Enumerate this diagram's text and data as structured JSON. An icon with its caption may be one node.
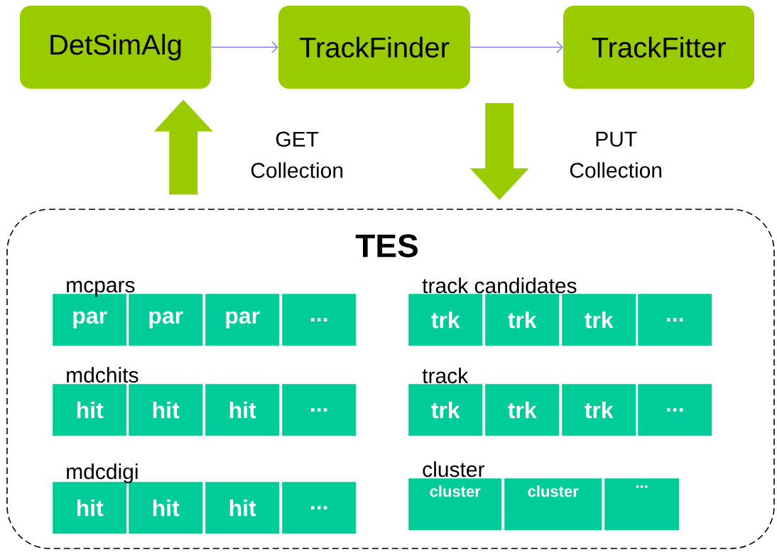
{
  "diagram": {
    "nodes": [
      {
        "text": [
          "DetSimAlg"
        ]
      },
      {
        "text": [
          "TrackFinder"
        ]
      },
      {
        "text": [
          "TrackFitter"
        ]
      },
      {
        "text": [
          "TES"
        ]
      },
      {
        "text": [
          "par"
        ],
        "in": 3
      },
      {
        "text": [
          "par"
        ],
        "in": 3
      },
      {
        "text": [
          "par"
        ],
        "in": 3
      },
      {
        "text": [
          "..."
        ],
        "in": 3
      },
      {
        "text": [
          "trk"
        ],
        "in": 3
      },
      {
        "text": [
          "trk"
        ],
        "in": 3
      },
      {
        "text": [
          "trk"
        ],
        "in": 3
      },
      {
        "text": [
          "..."
        ],
        "in": 3
      },
      {
        "text": [
          "hit"
        ],
        "in": 3
      },
      {
        "text": [
          "hit"
        ],
        "in": 3
      },
      {
        "text": [
          "hit"
        ],
        "in": 3
      },
      {
        "text": [
          "..."
        ],
        "in": 3
      },
      {
        "text": [
          "trk"
        ],
        "in": 3
      },
      {
        "text": [
          "trk"
        ],
        "in": 3
      },
      {
        "text": [
          "trk"
        ],
        "in": 3
      },
      {
        "text": [
          "..."
        ],
        "in": 3
      },
      {
        "text": [
          "hit"
        ],
        "in": 3
      },
      {
        "text": [
          "hit"
        ],
        "in": 3
      },
      {
        "text": [
          "hit"
        ],
        "in": 3
      },
      {
        "text": [
          "..."
        ],
        "in": 3
      },
      {
        "text": [
          "cluster"
        ],
        "in": 3
      },
      {
        "text": [
          "cluster"
        ],
        "in": 3
      },
      {
        "text": [
          "..."
        ],
        "in": 3
      }
    ],
    "edges": [
      {
        "from": 0,
        "to": 1,
        "arrow": "to"
      },
      {
        "from": 1,
        "to": 2,
        "arrow": "to"
      },
      {
        "from": 3,
        "to": 0,
        "arrow": "to",
        "label": "GET Collection",
        "style": "thick",
        "color": "#99cc00"
      },
      {
        "from": 1,
        "to": 3,
        "arrow": "to",
        "label": "PUT Collection",
        "style": "thick",
        "color": "#99cc00"
      }
    ],
    "labels": [
      "mcpars",
      "track candidates",
      "mdchits",
      "track",
      "mdcdigi",
      "cluster"
    ]
  }
}
